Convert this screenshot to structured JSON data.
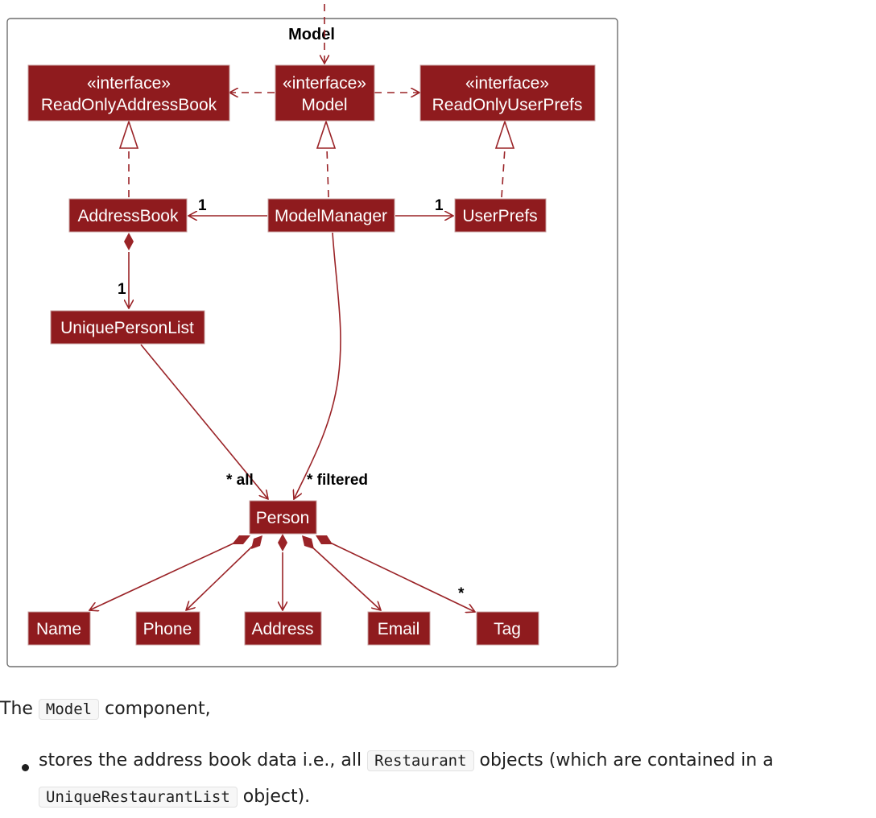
{
  "diagram": {
    "package_title": "Model",
    "stereotype": "«interface»",
    "classes": {
      "read_only_address_book": "ReadOnlyAddressBook",
      "model": "Model",
      "read_only_user_prefs": "ReadOnlyUserPrefs",
      "address_book": "AddressBook",
      "model_manager": "ModelManager",
      "user_prefs": "UserPrefs",
      "unique_person_list": "UniquePersonList",
      "person": "Person",
      "name": "Name",
      "phone": "Phone",
      "address": "Address",
      "email": "Email",
      "tag": "Tag"
    },
    "multiplicities": {
      "address_book": "1",
      "user_prefs": "1",
      "unique_person_list": "1",
      "all": "* all",
      "filtered": "* filtered",
      "tag": "*"
    }
  },
  "text": {
    "intro_before": "The",
    "intro_code": "Model",
    "intro_after": "component,",
    "bullet1_a": "stores the address book data i.e., all",
    "bullet1_code1": "Restaurant",
    "bullet1_b": "objects (which are contained in a",
    "bullet1_code2": "UniqueRestaurantList",
    "bullet1_c": "object)."
  }
}
